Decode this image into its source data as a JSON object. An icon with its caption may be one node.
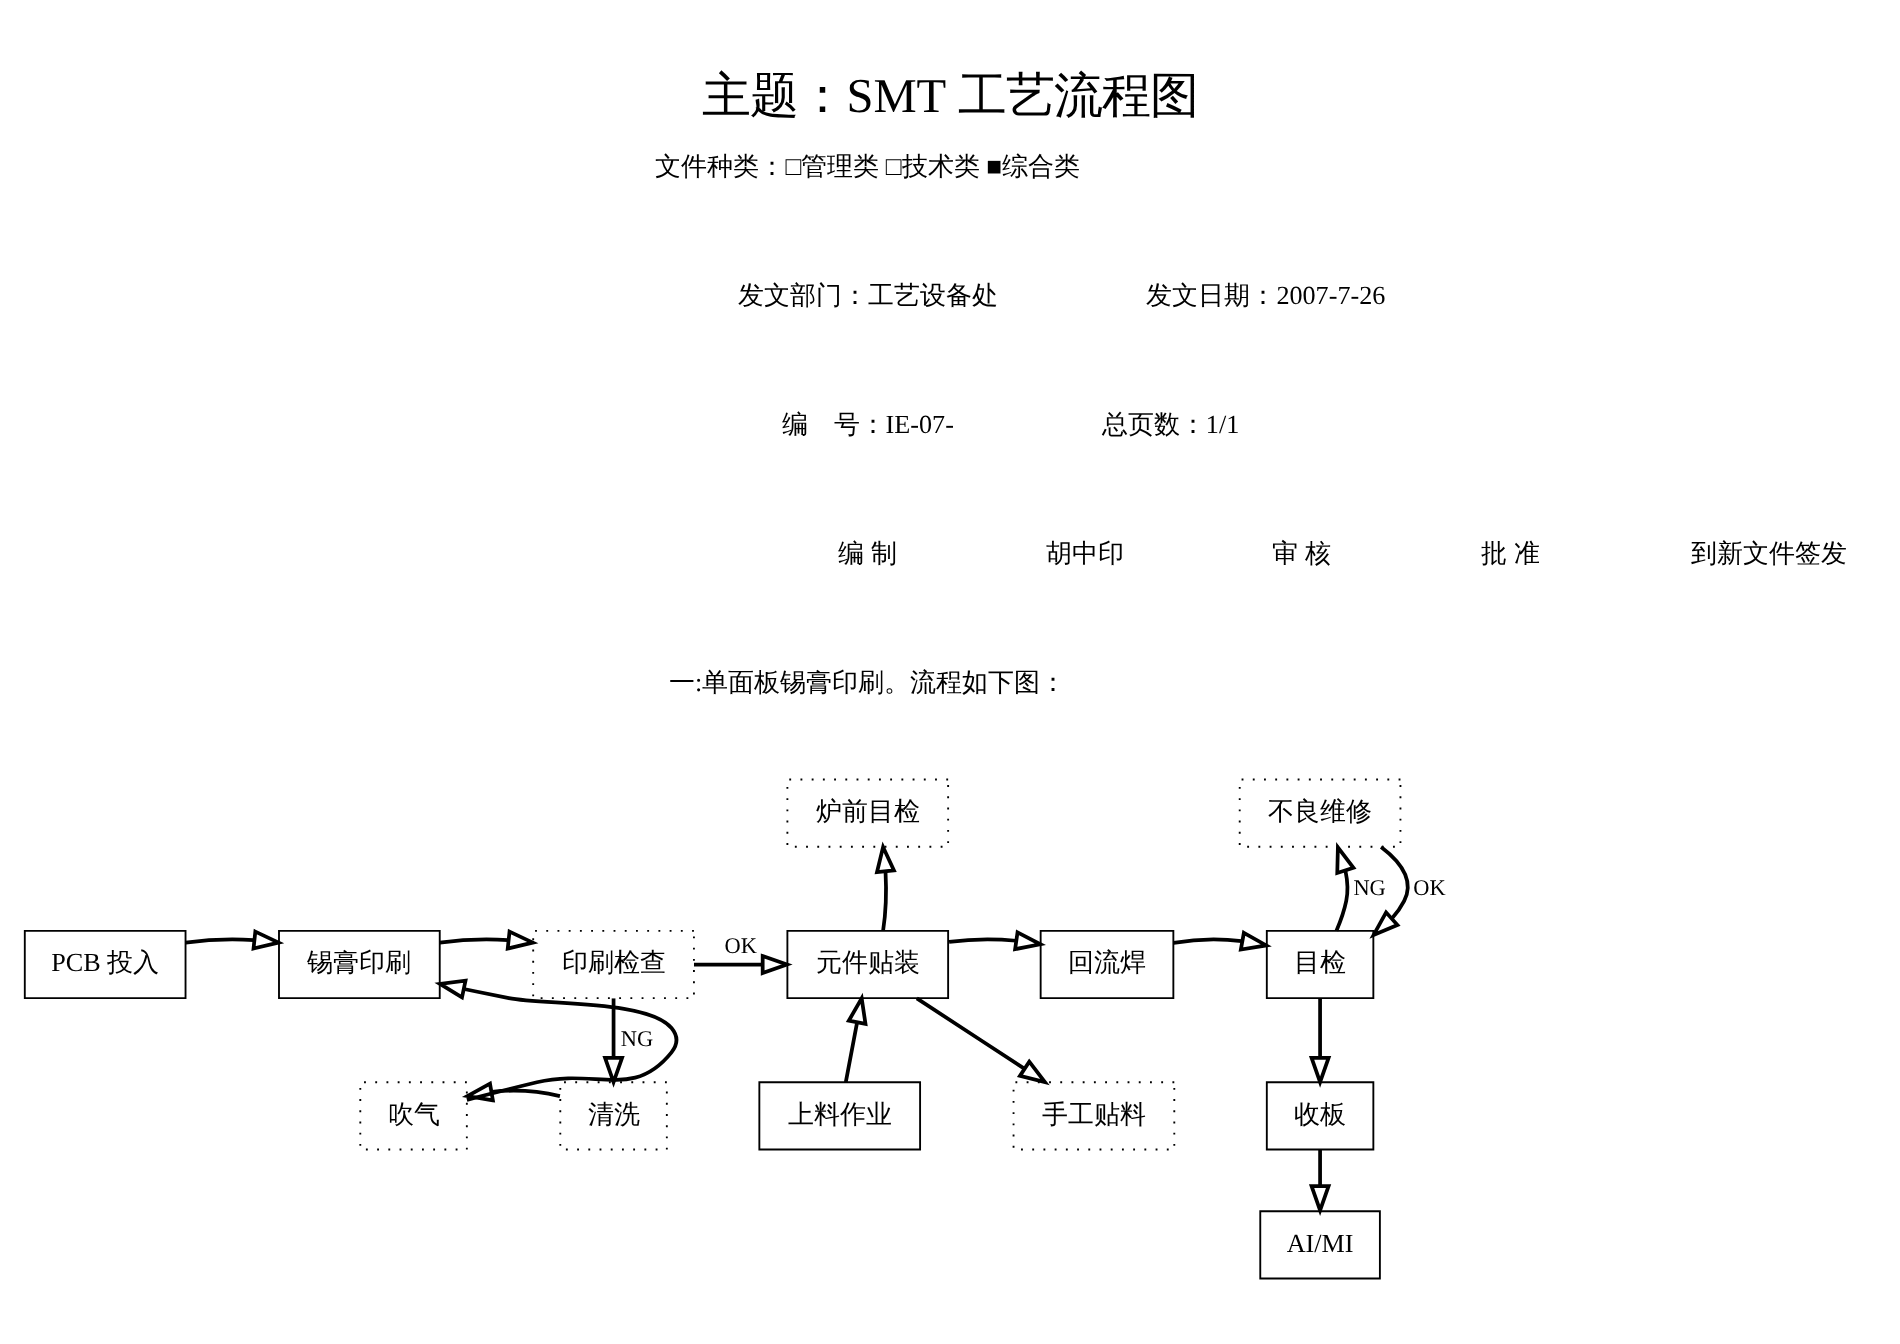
{
  "diagram": {
    "title": "主题：SMT 工艺流程图",
    "nodes": [
      {
        "text": [
          "PCB 投入"
        ]
      },
      {
        "text": [
          "锡膏印刷"
        ]
      },
      {
        "text": [
          "印刷检查"
        ]
      },
      {
        "text": [
          "元件贴装"
        ]
      },
      {
        "text": [
          "清洗"
        ]
      },
      {
        "text": [
          "吹气"
        ]
      },
      {
        "text": [
          "上料作业"
        ]
      },
      {
        "text": [
          "炉前目检"
        ]
      },
      {
        "text": [
          "手工贴料"
        ]
      },
      {
        "text": [
          "回流焊"
        ]
      },
      {
        "text": [
          "目检"
        ]
      },
      {
        "text": [
          "不良维修"
        ]
      },
      {
        "text": [
          "收板"
        ]
      },
      {
        "text": [
          "AI/MI"
        ]
      }
    ],
    "edges": [
      {
        "from": 0,
        "to": 1,
        "arrow": "to"
      },
      {
        "from": 1,
        "to": 2,
        "arrow": "to"
      },
      {
        "from": 2,
        "to": 3,
        "arrow": "to",
        "label": "OK"
      },
      {
        "from": 2,
        "to": 4,
        "arrow": "to",
        "label": "NG"
      },
      {
        "from": 4,
        "to": 5,
        "arrow": "to"
      },
      {
        "from": 5,
        "to": 1,
        "arrow": "to"
      },
      {
        "from": 6,
        "to": 3,
        "arrow": "to"
      },
      {
        "from": 3,
        "to": 7,
        "arrow": "to"
      },
      {
        "from": 3,
        "to": 8,
        "arrow": "to"
      },
      {
        "from": 3,
        "to": 9,
        "arrow": "to"
      },
      {
        "from": 9,
        "to": 10,
        "arrow": "to"
      },
      {
        "from": 10,
        "to": 11,
        "arrow": "to",
        "label": "NG"
      },
      {
        "from": 11,
        "to": 10,
        "arrow": "to",
        "label": "OK"
      },
      {
        "from": 10,
        "to": 12,
        "arrow": "to"
      },
      {
        "from": 12,
        "to": 13,
        "arrow": "to"
      }
    ],
    "labels": [
      "文件种类：□管理类 □技术类 ■综合类",
      "发文部门：工艺设备处",
      "发文日期：2007-7-26",
      "编　号：IE-07-",
      "总页数：1/1",
      "编 制",
      "胡中印",
      "审 核",
      "批 准",
      "到新文件签发",
      "一:单面板锡膏印刷。流程如下图："
    ]
  }
}
